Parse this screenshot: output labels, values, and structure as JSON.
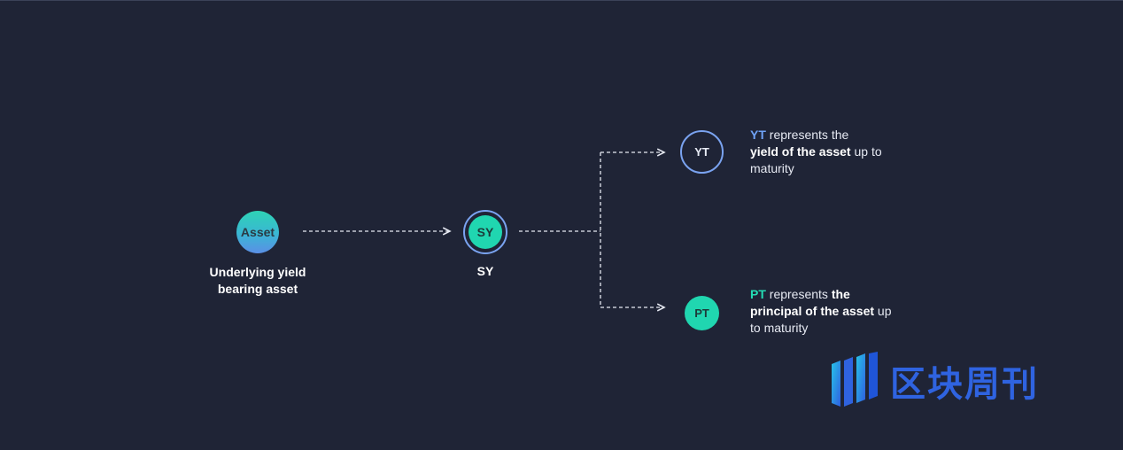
{
  "diagram": {
    "asset_node": {
      "label": "Asset",
      "caption_line1": "Underlying yield",
      "caption_line2": "bearing asset"
    },
    "sy_node": {
      "label": "SY",
      "caption": "SY"
    },
    "yt_node": {
      "label": "YT",
      "desc_token": "YT",
      "desc_part1": " represents the",
      "desc_bold": "yield of the asset",
      "desc_part2": " up to",
      "desc_part3": "maturity"
    },
    "pt_node": {
      "label": "PT",
      "desc_token": "PT",
      "desc_part1": " represents ",
      "desc_bold1": "the",
      "desc_bold2": "principal of the asset",
      "desc_part2": " up",
      "desc_part3": "to maturity"
    }
  },
  "watermark": {
    "text": "区块周刊",
    "icon": "block-weekly-logo-icon"
  },
  "colors": {
    "background": "#1f2436",
    "accent_blue": "#6fa2f5",
    "accent_teal": "#24dcb4",
    "logo_blue": "#2f63e0"
  }
}
